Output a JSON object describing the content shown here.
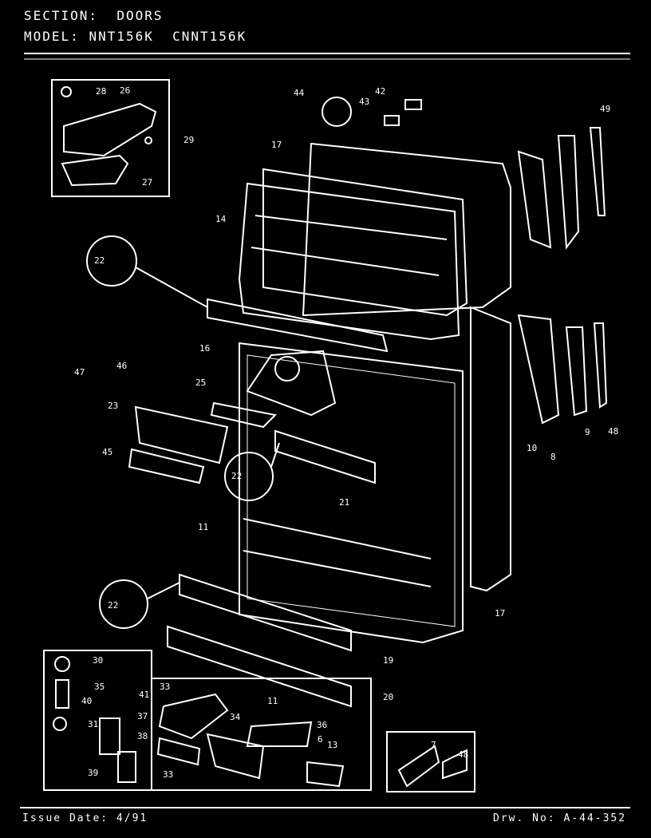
{
  "header": {
    "section_label": "SECTION:",
    "section_value": "DOORS",
    "model_label": "MODEL:",
    "model_value": "NNT156K  CNNT156K"
  },
  "footer": {
    "issue": "Issue Date: 4/91",
    "drawing_no": "Drw. No: A-44-352"
  },
  "callouts": [
    "28",
    "26",
    "29",
    "27",
    "44",
    "42",
    "43",
    "49",
    "17",
    "14",
    "22",
    "16",
    "47",
    "46",
    "25",
    "23",
    "45",
    "21",
    "11",
    "48",
    "10",
    "8",
    "9",
    "22",
    "22",
    "17",
    "19",
    "20",
    "30",
    "35",
    "41",
    "40",
    "31",
    "37",
    "38",
    "39",
    "33",
    "34",
    "33",
    "11",
    "36",
    "6",
    "13",
    "7",
    "48"
  ],
  "colors": {
    "background": "#000000",
    "lines": "#ffffff"
  }
}
